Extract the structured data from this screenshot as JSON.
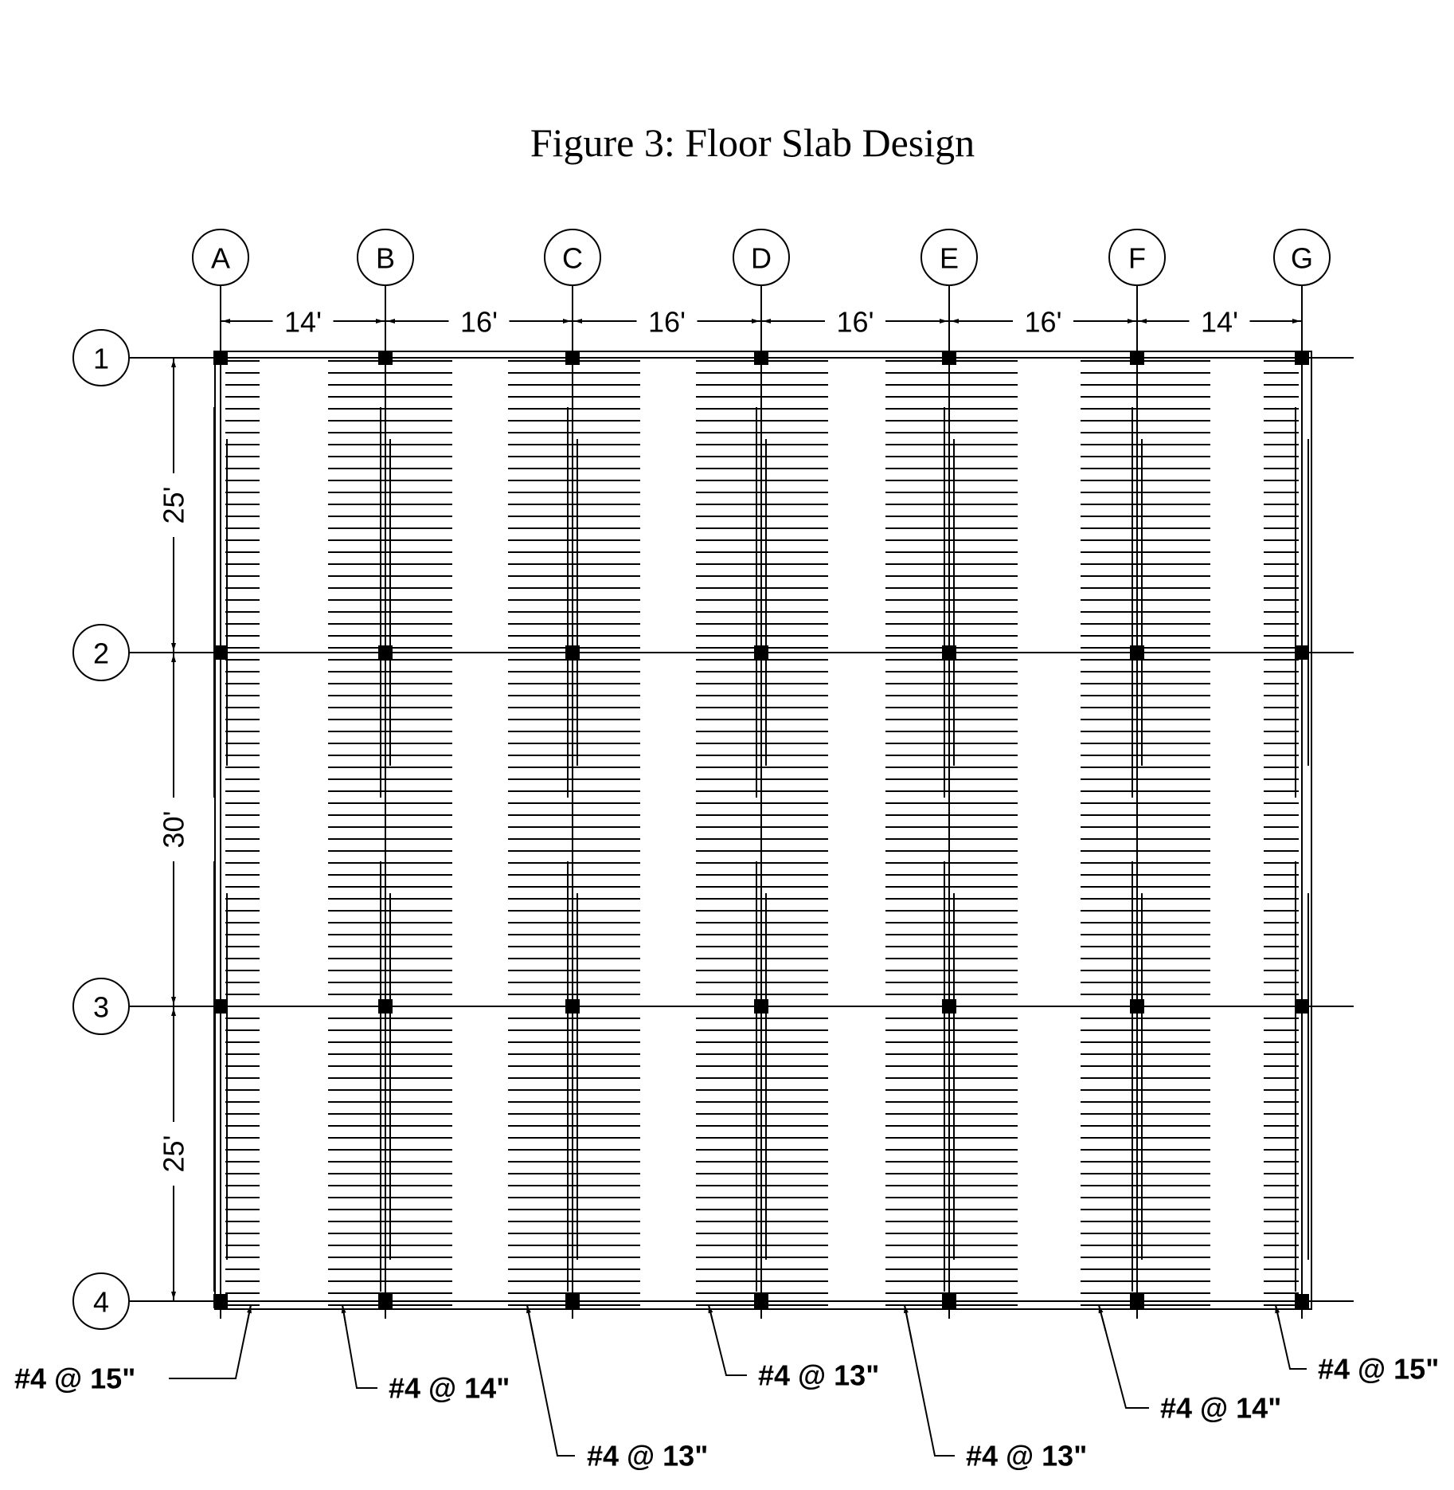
{
  "figure": {
    "title": "Figure 3: Floor Slab Design"
  },
  "grid": {
    "columns": [
      "A",
      "B",
      "C",
      "D",
      "E",
      "F",
      "G"
    ],
    "rows": [
      "1",
      "2",
      "3",
      "4"
    ],
    "column_spacings": [
      "14'",
      "16'",
      "16'",
      "16'",
      "16'",
      "14'"
    ],
    "row_spacings": [
      "25'",
      "30'",
      "25'"
    ]
  },
  "rebar_callouts": [
    {
      "text": "#4 @ 15\"",
      "strip": "A"
    },
    {
      "text": "#4 @ 14\"",
      "strip": "B"
    },
    {
      "text": "#4 @ 13\"",
      "strip": "C"
    },
    {
      "text": "#4 @ 13\"",
      "strip": "D"
    },
    {
      "text": "#4 @ 13\"",
      "strip": "E"
    },
    {
      "text": "#4 @ 14\"",
      "strip": "F"
    },
    {
      "text": "#4 @ 15\"",
      "strip": "G"
    }
  ],
  "colors": {
    "line": "#000000",
    "background": "#ffffff"
  }
}
